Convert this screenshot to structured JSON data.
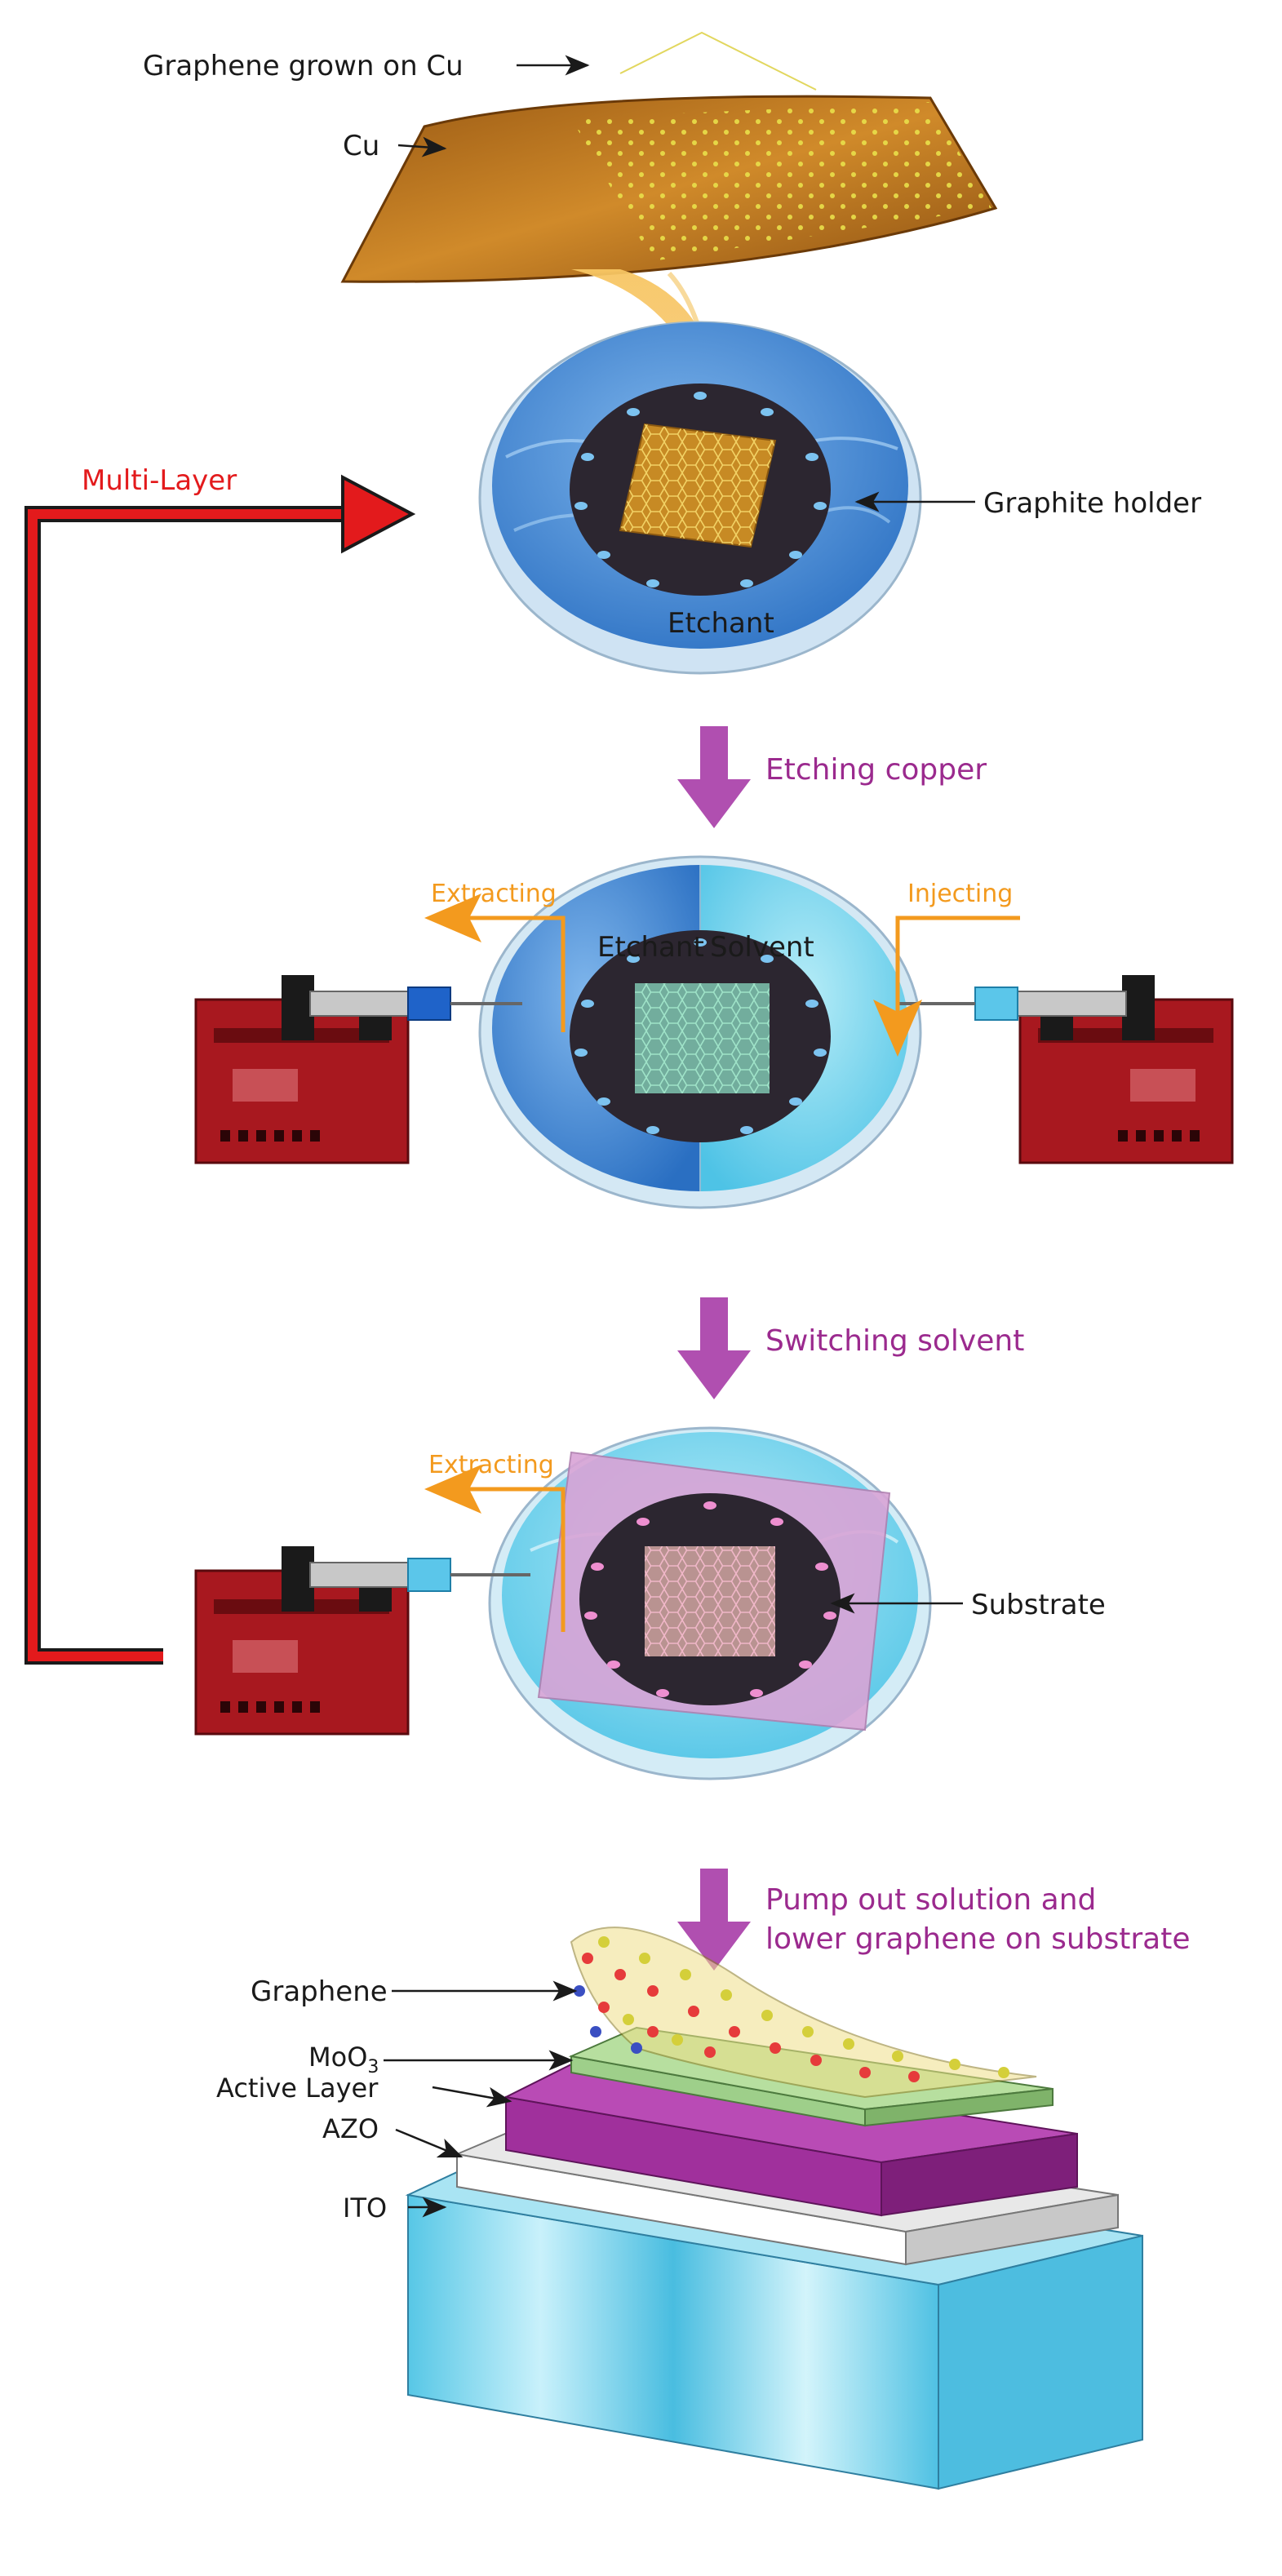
{
  "labels": {
    "graphene_grown": "Graphene grown on Cu",
    "cu": "Cu",
    "multi_layer": "Multi-Layer",
    "graphite_holder": "Graphite holder",
    "etchant": "Etchant",
    "solvent": "Solvent",
    "extracting": "Extracting",
    "injecting": "Injecting",
    "substrate": "Substrate",
    "graphene": "Graphene",
    "moo3_main": "MoO",
    "moo3_sub": "3",
    "active_layer": "Active Layer",
    "azo": "AZO",
    "ito": "ITO"
  },
  "steps": {
    "etching": "Etching copper",
    "switching": "Switching solvent",
    "pump_line1": "Pump out solution and",
    "pump_line2": "lower graphene on substrate"
  },
  "colors": {
    "step_text": "#9b2a8e",
    "step_arrow": "#b04fb0",
    "flow_arrow": "#f39a1e",
    "multilayer_red": "#e31a1c",
    "copper": "#c27c1e",
    "water_blue": "#3f8fd8",
    "solvent_cyan": "#6fd3ee",
    "graphite": "#2c2630",
    "pump_red": "#a8181f",
    "active_layer": "#a0309c",
    "moo3_layer": "#9ecf8a",
    "ito_layer": "#5fcbe8"
  }
}
